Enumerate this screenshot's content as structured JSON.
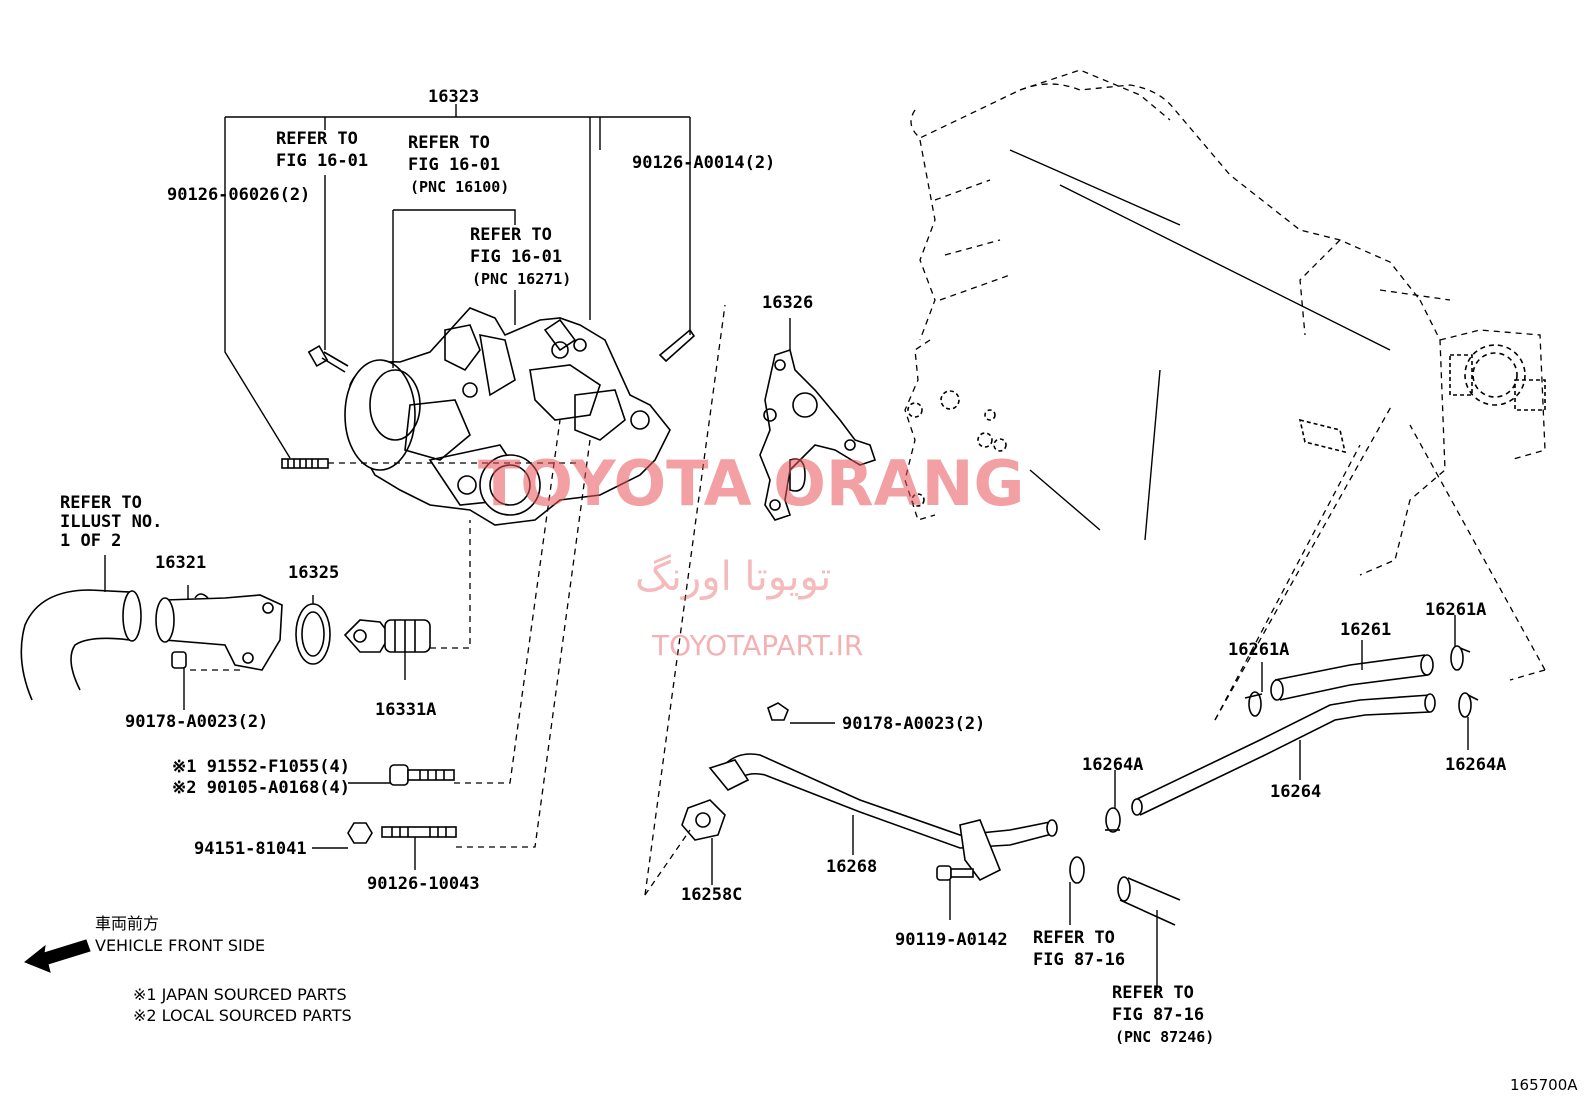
{
  "labels": {
    "p16323": "16323",
    "ref_a_1": "REFER TO",
    "ref_a_2": "FIG 16-01",
    "ref_b_1": "REFER TO",
    "ref_b_2": "FIG 16-01",
    "ref_b_3": "(PNC 16100)",
    "ref_c_1": "REFER TO",
    "ref_c_2": "FIG 16-01",
    "ref_c_3": "(PNC 16271)",
    "p90126_06026": "90126-06026(2)",
    "p90126_A0014": "90126-A0014(2)",
    "p16326": "16326",
    "ref_illust_1": "REFER TO",
    "ref_illust_2": "ILLUST NO.",
    "ref_illust_3": "1 OF 2",
    "p16321": "16321",
    "p16325": "16325",
    "p16331A": "16331A",
    "p90178_left": "90178-A0023(2)",
    "p191552": "※1 91552-F1055(4)",
    "p290105": "※2 90105-A0168(4)",
    "p94151": "94151-81041",
    "p90126_10043": "90126-10043",
    "p90178_right": "90178-A0023(2)",
    "p16258C": "16258C",
    "p16268": "16268",
    "p90119": "90119-A0142",
    "ref_87_1": "REFER TO",
    "ref_87_2": "FIG 87-16",
    "ref_87b_1": "REFER TO",
    "ref_87b_2": "FIG 87-16",
    "ref_87b_3": "(PNC 87246)",
    "p16264A_left": "16264A",
    "p16264A_right": "16264A",
    "p16264": "16264",
    "p16261": "16261",
    "p16261A_left": "16261A",
    "p16261A_right": "16261A",
    "vehicle_jp": "車両前方",
    "vehicle_en": "VEHICLE FRONT SIDE",
    "legend_1": "※1 JAPAN SOURCED PARTS",
    "legend_2": "※2 LOCAL SOURCED PARTS",
    "figure_code": "165700A"
  },
  "watermark": {
    "latin": "TOYOTA ORANG",
    "persian": "تویوتا اورنگ",
    "site": "TOYOTAPART.IR",
    "color": "#e8545a"
  },
  "icons": {
    "front_arrow": "arrow-left-icon"
  }
}
